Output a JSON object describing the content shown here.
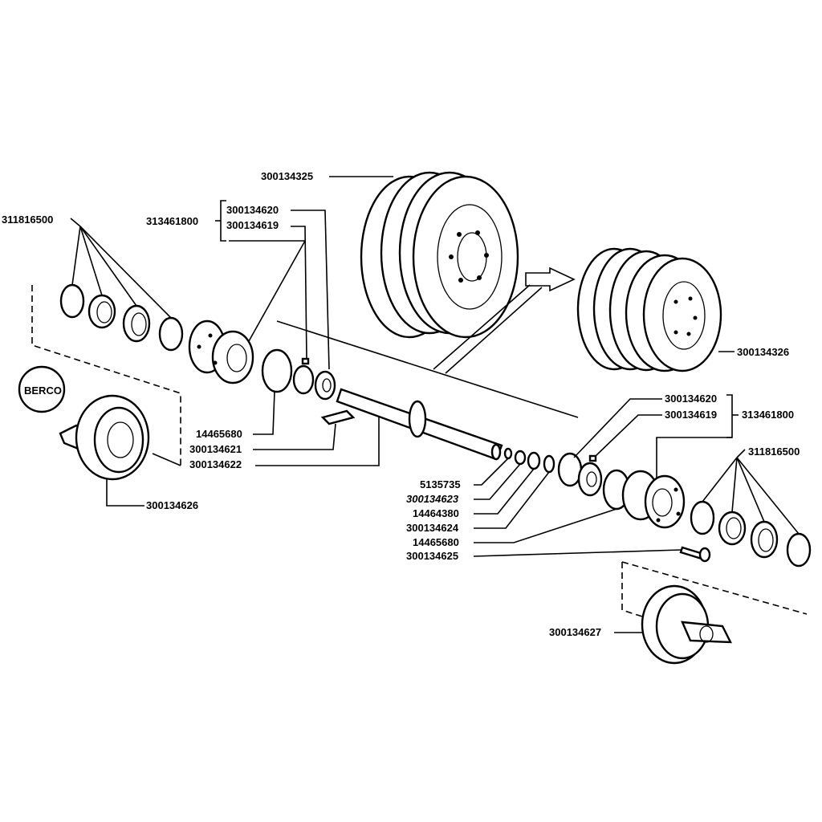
{
  "logo_text": "BERCO",
  "labels": {
    "p300134325": "300134325",
    "p300134620_left": "300134620",
    "p300134619_left": "300134619",
    "p313461800_left": "313461800",
    "p311816500_left": "311816500",
    "p300134326": "300134326",
    "p14465680_left": "14465680",
    "p300134621": "300134621",
    "p300134622": "300134622",
    "p300134626": "300134626",
    "p300134620_right": "300134620",
    "p300134619_right": "300134619",
    "p313461800_right": "313461800",
    "p311816500_right": "311816500",
    "p5135735": "5135735",
    "p300134623": "300134623",
    "p14464380": "14464380",
    "p300134624": "300134624",
    "p14465680_right": "14465680",
    "p300134625": "300134625",
    "p300134627": "300134627"
  }
}
